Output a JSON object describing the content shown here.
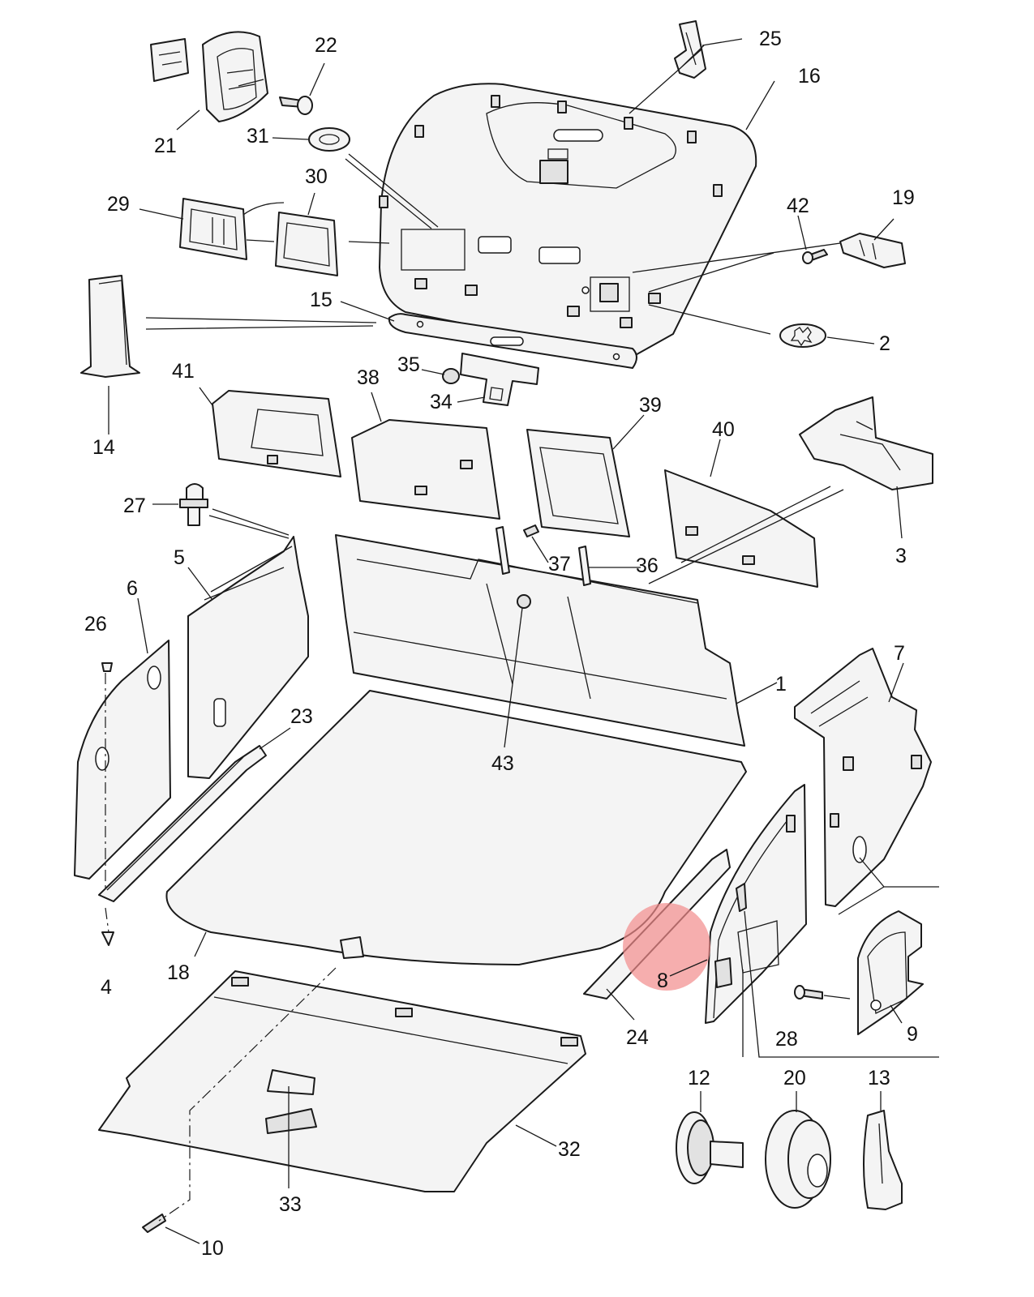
{
  "diagram": {
    "highlight_color": "#f28b8b",
    "highlighted_part": "8",
    "callouts": [
      "1",
      "2",
      "3",
      "4",
      "5",
      "6",
      "7",
      "8",
      "9",
      "10",
      "12",
      "13",
      "14",
      "15",
      "16",
      "18",
      "19",
      "20",
      "21",
      "22",
      "23",
      "24",
      "25",
      "26",
      "27",
      "28",
      "29",
      "30",
      "31",
      "32",
      "33",
      "34",
      "35",
      "36",
      "37",
      "38",
      "39",
      "40",
      "41",
      "42",
      "43"
    ]
  }
}
